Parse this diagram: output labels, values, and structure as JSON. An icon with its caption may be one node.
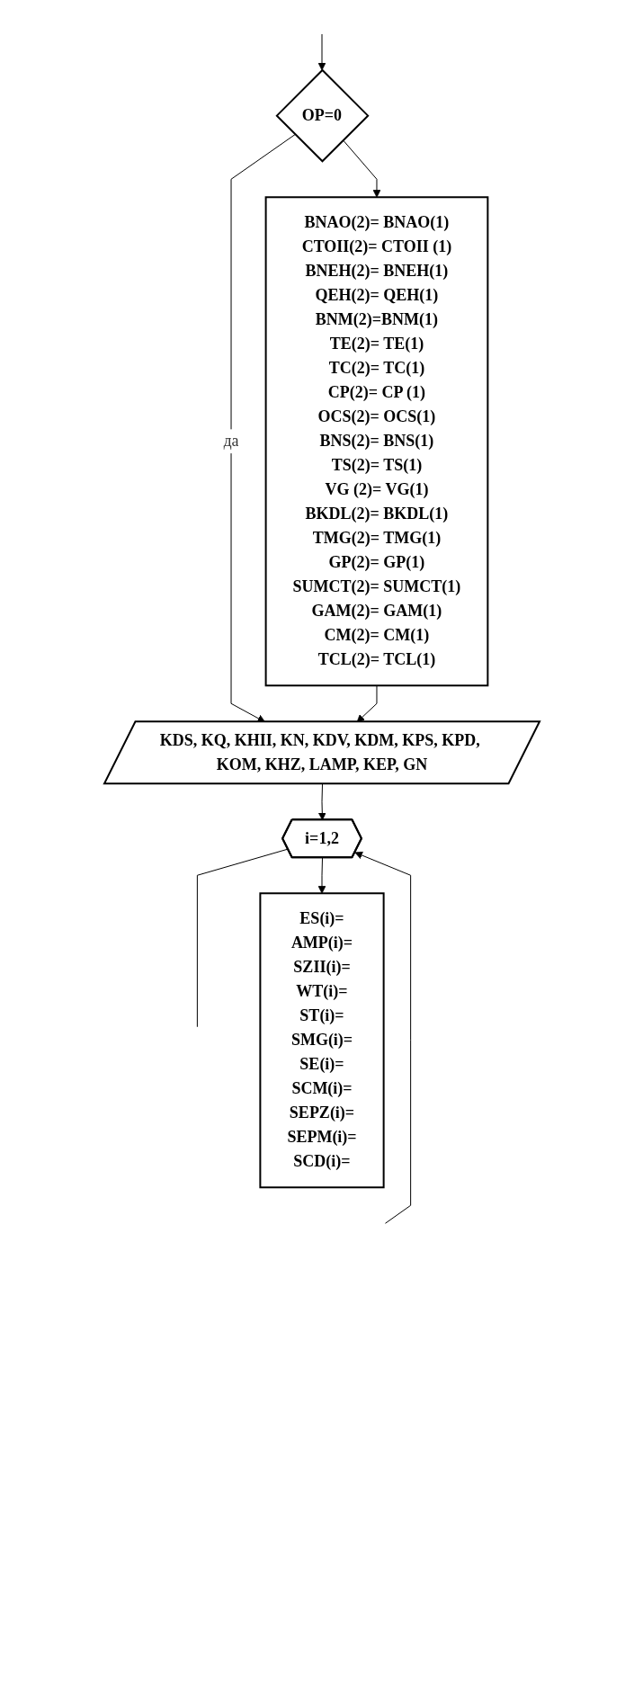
{
  "diagram": {
    "nodes": [
      {
        "text": [
          "OP=0"
        ]
      },
      {
        "text": [
          "BNAO(2)= BNAO(1)",
          "CTOII(2)= CTOII (1)",
          "BNEH(2)= BNEH(1)",
          "QEH(2)= QEH(1)",
          "BNM(2)=BNM(1)",
          "TE(2)= TE(1)",
          "TC(2)= TC(1)",
          "CP(2)= CP (1)",
          "OCS(2)= OCS(1)",
          "BNS(2)= BNS(1)",
          "TS(2)= TS(1)",
          "VG (2)= VG(1)",
          "BKDL(2)= BKDL(1)",
          "TMG(2)= TMG(1)",
          "GP(2)= GP(1)",
          "SUMCT(2)= SUMCT(1)",
          "GAM(2)= GAM(1)",
          "CM(2)= CM(1)",
          "TCL(2)= TCL(1)"
        ]
      },
      {
        "text": [
          "KDS, KQ, KHII, KN, KDV, KDM, KPS, KPD, KOM, KHZ, LAMP, KEP, GN"
        ]
      },
      {
        "text": [
          "i=1,2"
        ]
      },
      {
        "text": [
          "ES(i)=",
          "AMP(i)=",
          "SZII(i)=",
          "WT(i)=",
          "ST(i)=",
          "SMG(i)=",
          "SE(i)=",
          "SCM(i)=",
          "SEPZ(i)=",
          "SEPM(i)=",
          "SCD(i)="
        ]
      }
    ],
    "edges": [
      {
        "from": null,
        "to": 0,
        "arrow": "to"
      },
      {
        "from": 0,
        "to": 1,
        "arrow": "to"
      },
      {
        "from": 0,
        "to": 2,
        "arrow": "to",
        "label": "да"
      },
      {
        "from": 1,
        "to": 2,
        "arrow": "to"
      },
      {
        "from": 2,
        "to": 3,
        "arrow": "to"
      },
      {
        "from": null,
        "to": 3,
        "arrow": "to"
      },
      {
        "from": 3,
        "to": 4,
        "arrow": "to"
      },
      {
        "from": 3,
        "to": null,
        "arrow": "none"
      }
    ]
  }
}
